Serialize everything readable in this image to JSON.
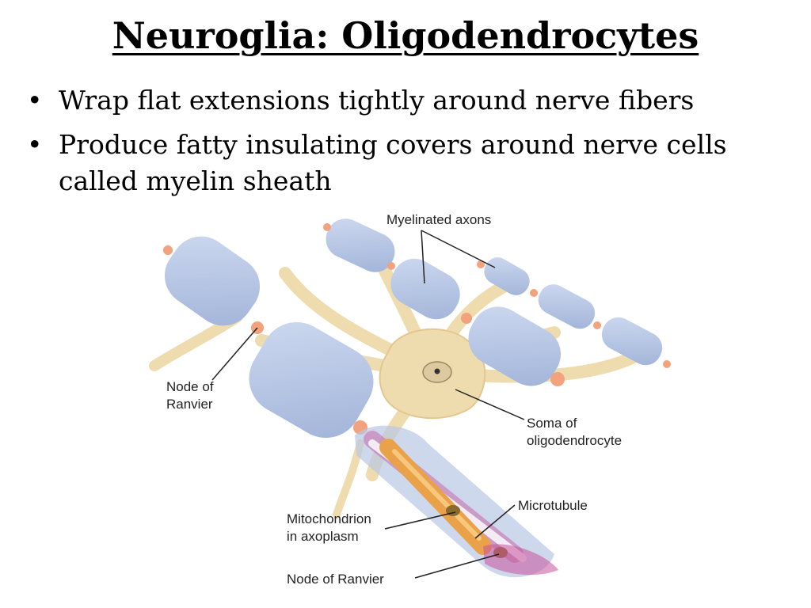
{
  "slide": {
    "title": "Neuroglia: Oligodendrocytes",
    "bullets": [
      "Wrap flat extensions tightly around nerve fibers",
      "Produce fatty insulating covers around nerve cells called myelin sheath"
    ],
    "bullet_glyph": "•"
  },
  "diagram": {
    "labels": {
      "myelinated_axons": "Myelinated axons",
      "node_of_ranvier_1_line1": "Node of",
      "node_of_ranvier_1_line2": "Ranvier",
      "soma_line1": "Soma of",
      "soma_line2": "oligodendrocyte",
      "microtubule": "Microtubule",
      "mitochondrion_line1": "Mitochondrion",
      "mitochondrion_line2": "in axoplasm",
      "node_of_ranvier_2": "Node of Ranvier"
    },
    "colors": {
      "myelin": "#b9c8e6",
      "myelin_shadow": "#94a8cf",
      "cytoplasm": "#efdcae",
      "node": "#f2a27c",
      "axon_core": "#e9a24a",
      "sheath_layers": "#c9529a"
    }
  }
}
